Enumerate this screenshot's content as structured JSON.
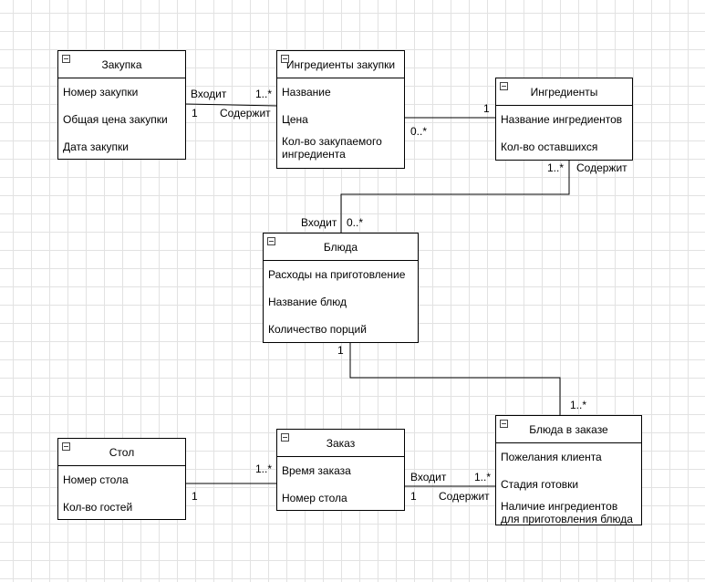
{
  "classes": {
    "purchase": {
      "title": "Закупка",
      "attributes": [
        "Номер закупки",
        "Общая цена закупки",
        "Дата закупки"
      ]
    },
    "purchase_ingredients": {
      "title": "Ингредиенты закупки",
      "attributes": [
        "Название",
        "Цена",
        "Кол-во закупаемого ингредиента"
      ]
    },
    "ingredients": {
      "title": "Ингредиенты",
      "attributes": [
        "Название ингредиентов",
        "Кол-во оставшихся"
      ]
    },
    "dishes": {
      "title": "Блюда",
      "attributes": [
        "Расходы на приготовление",
        "Название блюд",
        "Количество порций"
      ]
    },
    "table": {
      "title": "Стол",
      "attributes": [
        "Номер стола",
        "Кол-во гостей"
      ]
    },
    "order": {
      "title": "Заказ",
      "attributes": [
        "Время заказа",
        "Номер стола"
      ]
    },
    "order_dishes": {
      "title": "Блюда в заказе",
      "attributes": [
        "Пожелания клиента",
        "Стадия готовки",
        "Наличие ингредиентов для приготовления блюда"
      ]
    }
  },
  "labels": {
    "purchase_to_pi_role": "Входит",
    "purchase_to_pi_mult_right": "1..*",
    "purchase_to_pi_mult_left": "1",
    "purchase_to_pi_role2": "Содержит",
    "pi_to_ing_mult_left": "0..*",
    "pi_to_ing_mult_right": "1",
    "ing_to_dish_mult": "1..*",
    "ing_to_dish_role": "Содержит",
    "dish_from_ing_role": "Входит",
    "dish_from_ing_mult": "0..*",
    "dish_to_od_mult_top": "1",
    "dish_to_od_mult_bottom": "1..*",
    "table_to_order_mult_right": "1..*",
    "table_to_order_mult_left": "1",
    "order_to_od_role": "Входит",
    "order_to_od_mult_right": "1..*",
    "order_to_od_mult_left": "1",
    "order_to_od_role2": "Содержит"
  }
}
